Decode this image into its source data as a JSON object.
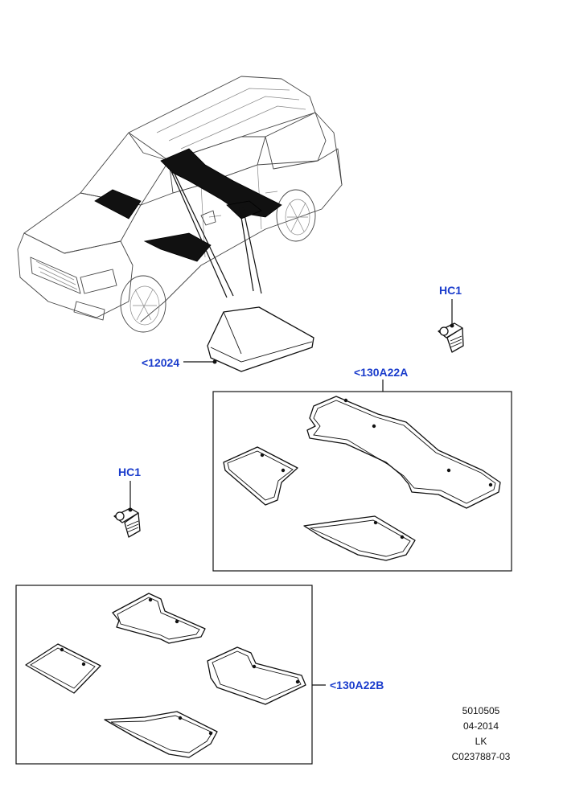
{
  "callouts": {
    "insulation_ref": "<12024",
    "clip_right": "HC1",
    "clip_left": "HC1",
    "mat_set_a": "<130A22A",
    "mat_set_b": "<130A22B"
  },
  "footer": {
    "line1": "5010505",
    "line2": "04-2014",
    "line3": "LK",
    "line4": "C0237887-03"
  },
  "colors": {
    "callout_text": "#1a3ccc",
    "line": "#111111"
  }
}
